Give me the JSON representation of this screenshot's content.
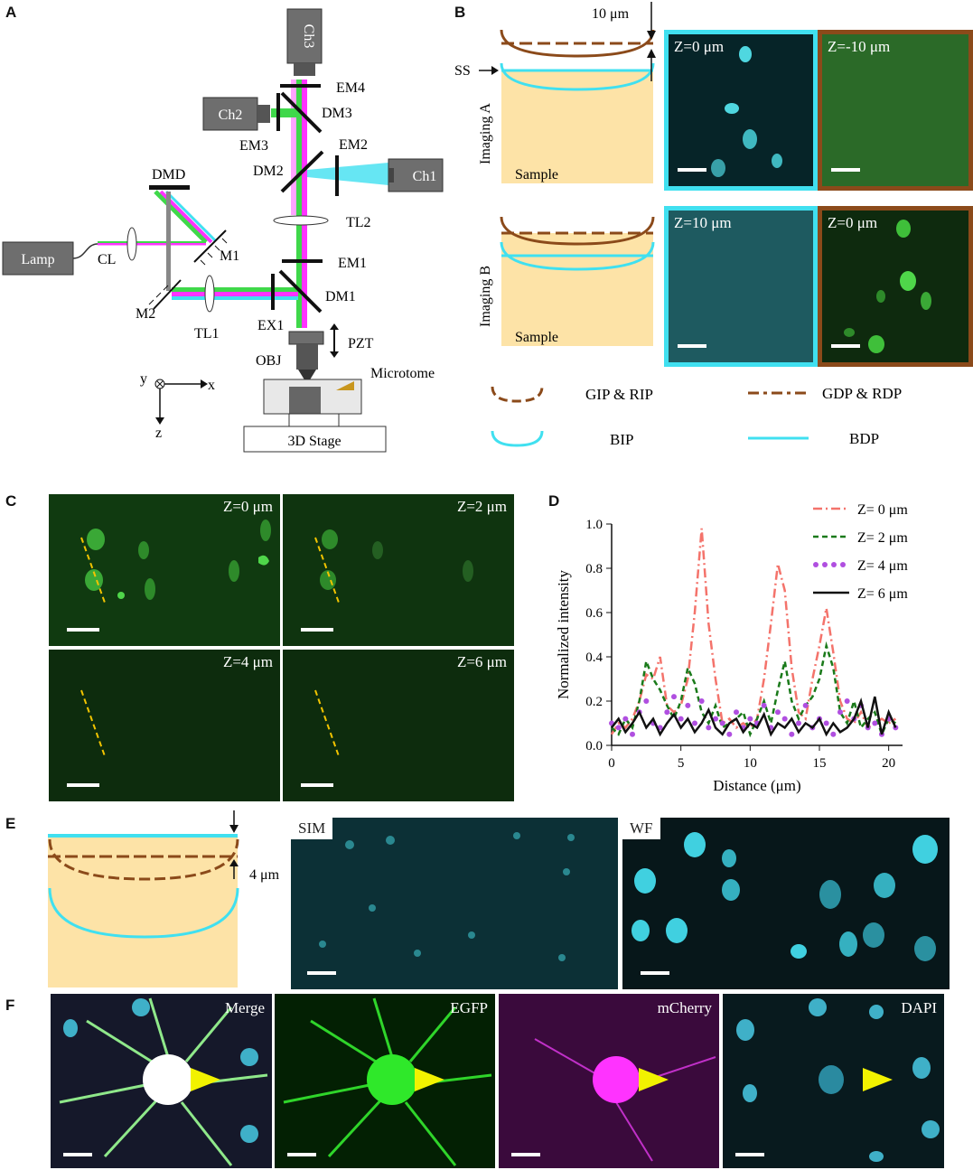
{
  "panels": {
    "a": "A",
    "b": "B",
    "c": "C",
    "d": "D",
    "e": "E",
    "f": "F"
  },
  "panel_a": {
    "lamp": "Lamp",
    "cl": "CL",
    "dmd": "DMD",
    "m1": "M1",
    "m2": "M2",
    "tl1": "TL1",
    "ex1": "EX1",
    "dm1": "DM1",
    "em1": "EM1",
    "tl2": "TL2",
    "dm2": "DM2",
    "em2": "EM2",
    "ch1": "Ch1",
    "em3": "EM3",
    "ch2": "Ch2",
    "dm3": "DM3",
    "em4": "EM4",
    "ch3": "Ch3",
    "pzt": "PZT",
    "obj": "OBJ",
    "microtome": "Microtome",
    "stage": "3D  Stage",
    "axis_y": "y",
    "axis_x": "x",
    "axis_z": "z"
  },
  "panel_b": {
    "top_marker": "10 μm",
    "ss": "SS",
    "imaging_a": "Imaging A",
    "imaging_b": "Imaging B",
    "sample": "Sample",
    "img_a1": "Z=0 μm",
    "img_a2": "Z=-10 μm",
    "img_b1": "Z=10 μm",
    "img_b2": "Z=0 μm",
    "legend": {
      "gip_rip": "GIP & RIP",
      "gdp_rdp": "GDP & RDP",
      "bip": "BIP",
      "bdp": "BDP"
    }
  },
  "panel_c": {
    "z0": "Z=0 μm",
    "z2": "Z=2 μm",
    "z4": "Z=4 μm",
    "z6": "Z=6 μm"
  },
  "panel_e": {
    "marker": "4 μm",
    "sim": "SIM",
    "wf": "WF"
  },
  "panel_f": {
    "merge": "Merge",
    "egfp": "EGFP",
    "mcherry": "mCherry",
    "dapi": "DAPI"
  },
  "colors": {
    "green": "#3fd84a",
    "magenta": "#ff33ff",
    "cyan": "#40e0f0",
    "brown": "#8b4a1a",
    "sample": "#fde3a7",
    "salmon": "#f4736b",
    "darkgreen": "#1a7a1a",
    "purple": "#b04fe0"
  },
  "chart_data": {
    "type": "line",
    "xlabel": "Distance (μm)",
    "ylabel": "Normalized intensity",
    "xlim": [
      0,
      21
    ],
    "ylim": [
      0,
      1.0
    ],
    "xticks": [
      0,
      5,
      10,
      15,
      20
    ],
    "yticks": [
      0.0,
      0.2,
      0.4,
      0.6,
      0.8,
      1.0
    ],
    "x": [
      0,
      0.5,
      1,
      1.5,
      2,
      2.5,
      3,
      3.5,
      4,
      4.5,
      5,
      5.5,
      6,
      6.5,
      7,
      7.5,
      8,
      8.5,
      9,
      9.5,
      10,
      10.5,
      11,
      11.5,
      12,
      12.5,
      13,
      13.5,
      14,
      14.5,
      15,
      15.5,
      16,
      16.5,
      17,
      17.5,
      18,
      18.5,
      19,
      19.5,
      20,
      20.5
    ],
    "series": [
      {
        "name": "Z= 0 μm",
        "style": "dashdot",
        "color": "#f4736b",
        "values": [
          0.05,
          0.1,
          0.08,
          0.12,
          0.2,
          0.32,
          0.3,
          0.4,
          0.18,
          0.15,
          0.18,
          0.3,
          0.6,
          0.98,
          0.55,
          0.3,
          0.1,
          0.12,
          0.08,
          0.1,
          0.08,
          0.12,
          0.3,
          0.55,
          0.82,
          0.7,
          0.35,
          0.15,
          0.12,
          0.3,
          0.45,
          0.62,
          0.42,
          0.2,
          0.12,
          0.1,
          0.15,
          0.08,
          0.1,
          0.12,
          0.1,
          0.12
        ]
      },
      {
        "name": "Z= 2 μm",
        "style": "dashed",
        "color": "#1a7a1a",
        "values": [
          0.08,
          0.05,
          0.12,
          0.08,
          0.2,
          0.38,
          0.3,
          0.25,
          0.18,
          0.12,
          0.2,
          0.35,
          0.28,
          0.15,
          0.1,
          0.18,
          0.08,
          0.1,
          0.12,
          0.15,
          0.05,
          0.12,
          0.2,
          0.1,
          0.25,
          0.38,
          0.2,
          0.12,
          0.18,
          0.22,
          0.3,
          0.45,
          0.35,
          0.15,
          0.1,
          0.2,
          0.08,
          0.12,
          0.15,
          0.05,
          0.12,
          0.1
        ]
      },
      {
        "name": "Z= 4 μm",
        "style": "dotted",
        "color": "#b04fe0",
        "values": [
          0.1,
          0.08,
          0.12,
          0.05,
          0.15,
          0.2,
          0.1,
          0.08,
          0.15,
          0.22,
          0.12,
          0.18,
          0.1,
          0.2,
          0.08,
          0.12,
          0.1,
          0.05,
          0.15,
          0.08,
          0.12,
          0.1,
          0.18,
          0.08,
          0.15,
          0.12,
          0.05,
          0.1,
          0.18,
          0.08,
          0.12,
          0.1,
          0.05,
          0.15,
          0.2,
          0.12,
          0.18,
          0.08,
          0.1,
          0.05,
          0.12,
          0.08
        ]
      },
      {
        "name": "Z= 6 μm",
        "style": "solid",
        "color": "#111111",
        "values": [
          0.08,
          0.12,
          0.06,
          0.1,
          0.15,
          0.08,
          0.12,
          0.05,
          0.1,
          0.14,
          0.08,
          0.12,
          0.06,
          0.1,
          0.16,
          0.08,
          0.05,
          0.1,
          0.12,
          0.06,
          0.1,
          0.08,
          0.14,
          0.05,
          0.1,
          0.08,
          0.12,
          0.06,
          0.1,
          0.08,
          0.12,
          0.05,
          0.1,
          0.06,
          0.08,
          0.12,
          0.2,
          0.08,
          0.22,
          0.05,
          0.15,
          0.08
        ]
      }
    ]
  }
}
